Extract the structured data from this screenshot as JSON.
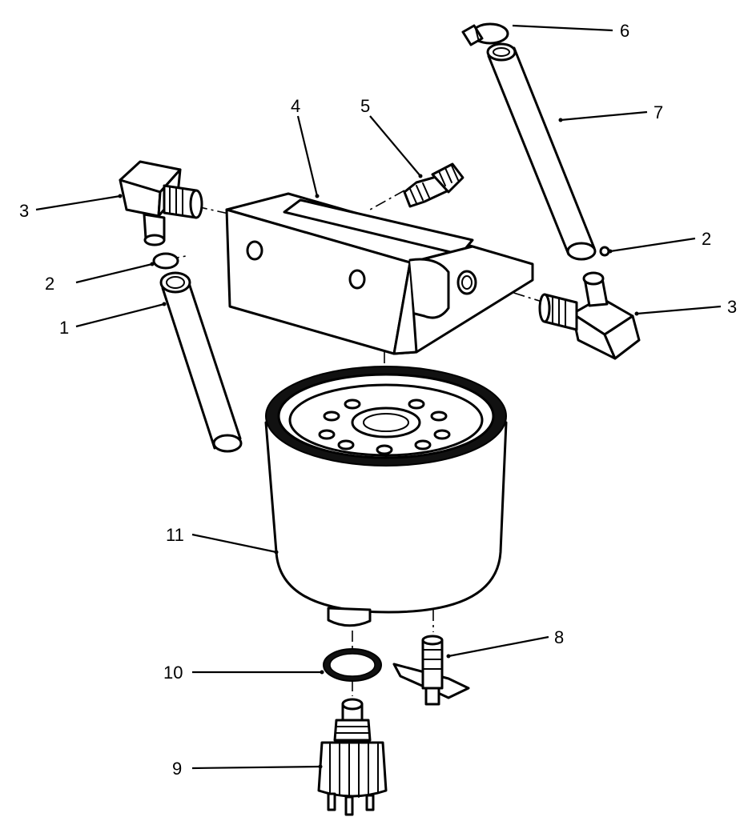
{
  "labels": {
    "hose_left": "1",
    "oring_left": "2",
    "elbow_left": "3",
    "filter_head": "4",
    "adapter": "5",
    "hose_clamp": "6",
    "hose_right": "7",
    "fitting_bracket": "8",
    "switch": "9",
    "oring_bottom": "10",
    "oil_filter": "11",
    "oring_right": "2",
    "elbow_right": "3"
  }
}
